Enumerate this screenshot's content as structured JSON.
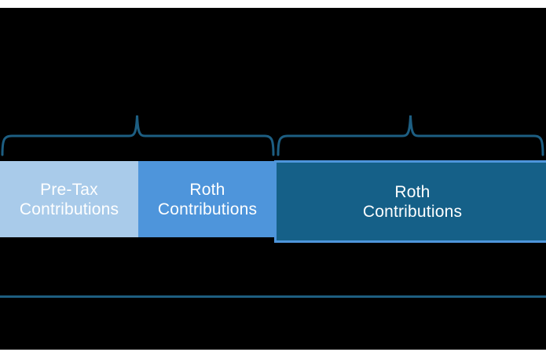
{
  "colors": {
    "background": "#000000",
    "page_margin": "#FFFFFF",
    "brace": "#1D5E82",
    "divider": "#1E5E80",
    "light_blue": "#A9CBEA",
    "mid_blue": "#4E95DB",
    "dark_teal": "#156088",
    "label_text": "#FFFFFF"
  },
  "bars": [
    {
      "id": "pretax-contributions",
      "line1": "Pre-Tax",
      "line2": "Contributions"
    },
    {
      "id": "roth-contributions-small",
      "line1": "Roth",
      "line2": "Contributions"
    },
    {
      "id": "roth-contributions-large",
      "line1": "Roth",
      "line2": "Contributions"
    }
  ]
}
